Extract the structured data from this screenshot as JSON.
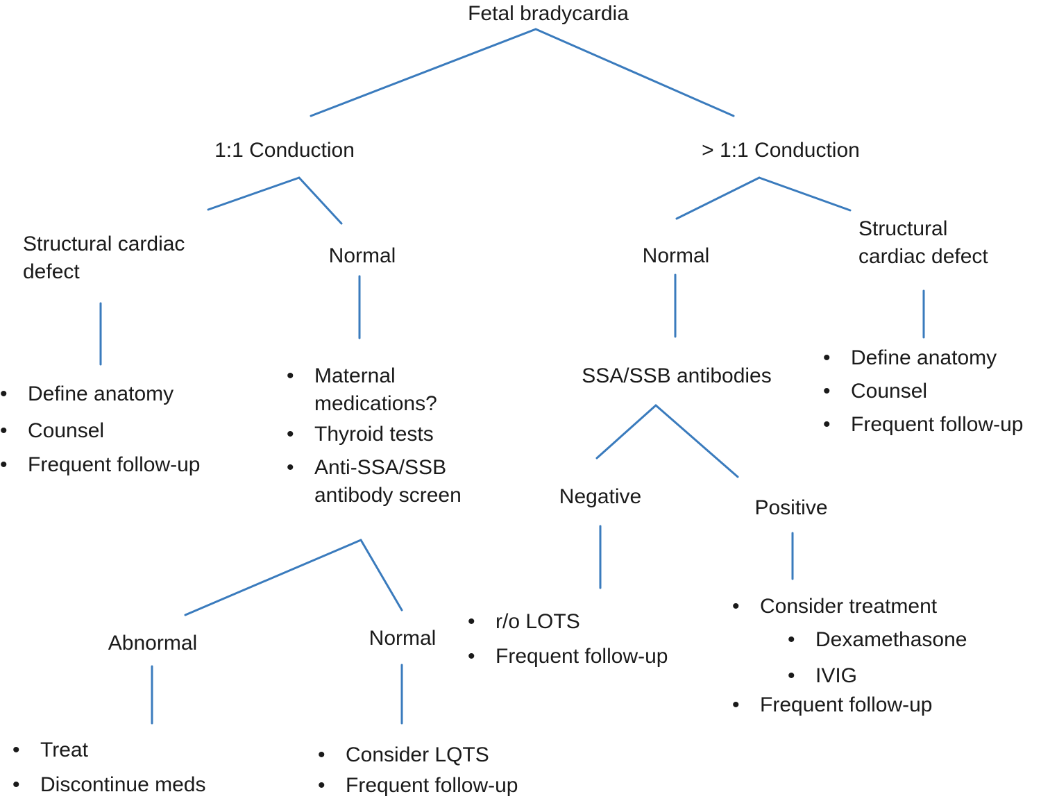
{
  "line_color": "#3a7bbd",
  "nodes": {
    "root": "Fetal bradycardia",
    "conduction_1to1": "1:1 Conduction",
    "conduction_gt1to1": "> 1:1 Conduction",
    "left_structural": "Structural cardiac defect",
    "left_normal": "Normal",
    "right_normal": "Normal",
    "right_structural": "Structural cardiac defect",
    "ssa_ssb": "SSA/SSB antibodies",
    "negative": "Negative",
    "positive": "Positive",
    "abnormal": "Abnormal",
    "normal_bottom": "Normal"
  },
  "lists": {
    "left_structural_actions": [
      "Define anatomy",
      "Counsel",
      "Frequent follow-up"
    ],
    "left_normal_workup": [
      "Maternal medications?",
      "Thyroid tests",
      "Anti-SSA/SSB antibody screen"
    ],
    "right_structural_actions": [
      "Define anatomy",
      "Counsel",
      "Frequent follow-up"
    ],
    "negative_actions": [
      "r/o LOTS",
      "Frequent follow-up"
    ],
    "positive_actions": [
      "Consider treatment",
      "Dexamethasone",
      "IVIG",
      "Frequent follow-up"
    ],
    "abnormal_actions": [
      "Treat",
      "Discontinue meds"
    ],
    "normal_bottom_actions": [
      "Consider LQTS",
      "Frequent follow-up"
    ]
  }
}
